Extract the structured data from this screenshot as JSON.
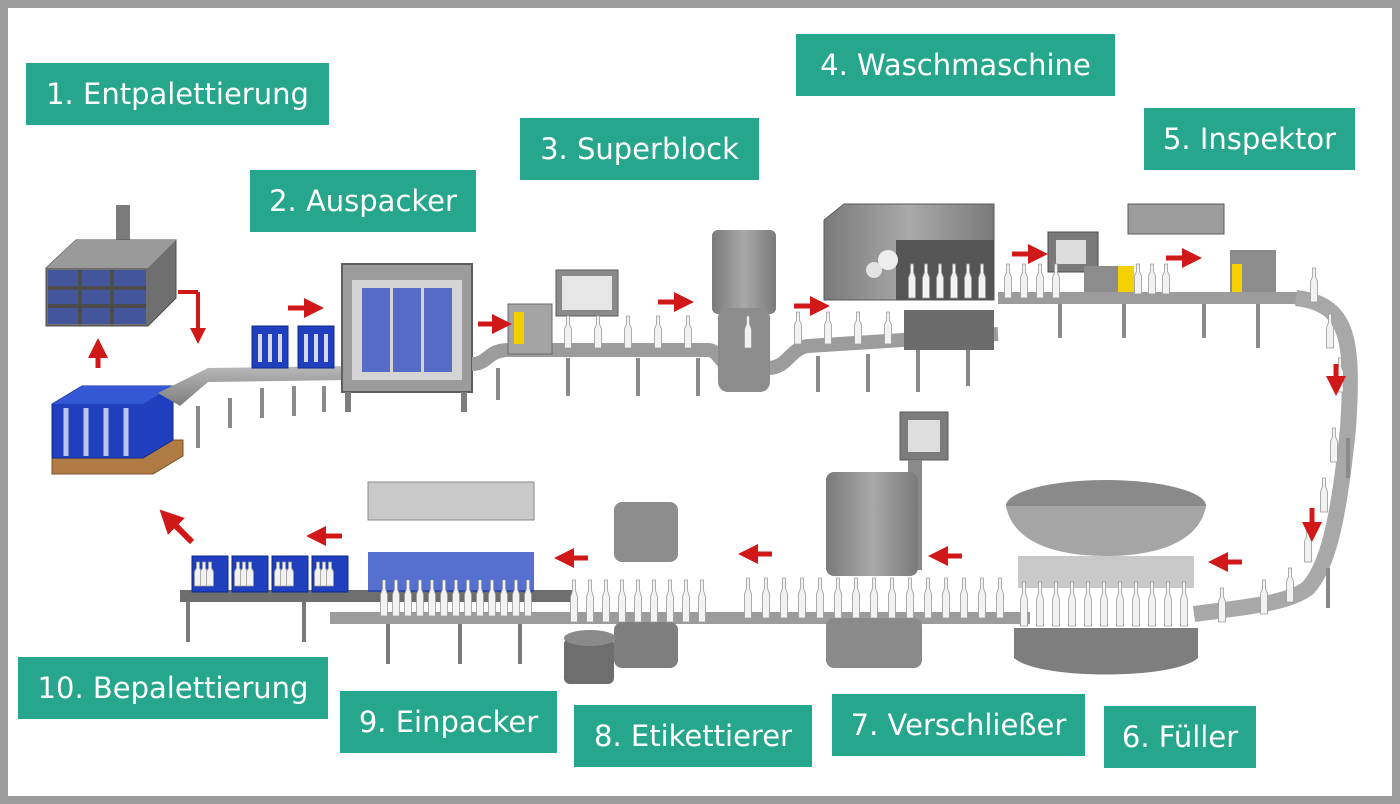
{
  "diagram": {
    "colors": {
      "label_bg": "#26a68c",
      "label_text": "#ffffff",
      "arrow": "#d01818",
      "conveyor": "#8a8a8a",
      "machine": "#8d8d8d",
      "crate": "#1f3fbf",
      "pallet": "#b07a45",
      "bottle": "#f2f2f2"
    },
    "stations": [
      {
        "id": "s1",
        "label": "1. Entpalettierung"
      },
      {
        "id": "s2",
        "label": "2. Auspacker"
      },
      {
        "id": "s3",
        "label": "3. Superblock"
      },
      {
        "id": "s4",
        "label": "4. Waschmaschine"
      },
      {
        "id": "s5",
        "label": "5. Inspektor"
      },
      {
        "id": "s6",
        "label": "6. Füller"
      },
      {
        "id": "s7",
        "label": "7. Verschließer"
      },
      {
        "id": "s8",
        "label": "8. Etikettierer"
      },
      {
        "id": "s9",
        "label": "9. Einpacker"
      },
      {
        "id": "s10",
        "label": "10. Bepalettierung"
      }
    ]
  }
}
